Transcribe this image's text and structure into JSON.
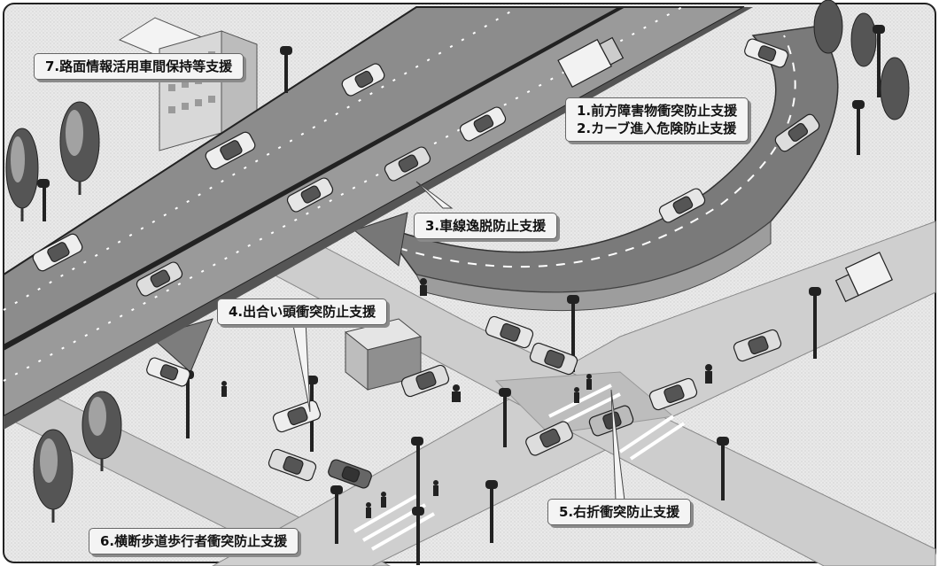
{
  "labels": {
    "l1": "1.前方障害物衝突防止支援",
    "l2": "2.カーブ進入危険防止支援",
    "l3": "3.車線逸脱防止支援",
    "l4": "4.出合い頭衝突防止支援",
    "l5": "5.右折衝突防止支援",
    "l6": "6.横断歩道歩行者衝突防止支援",
    "l7": "7.路面情報活用車間保持等支援"
  }
}
